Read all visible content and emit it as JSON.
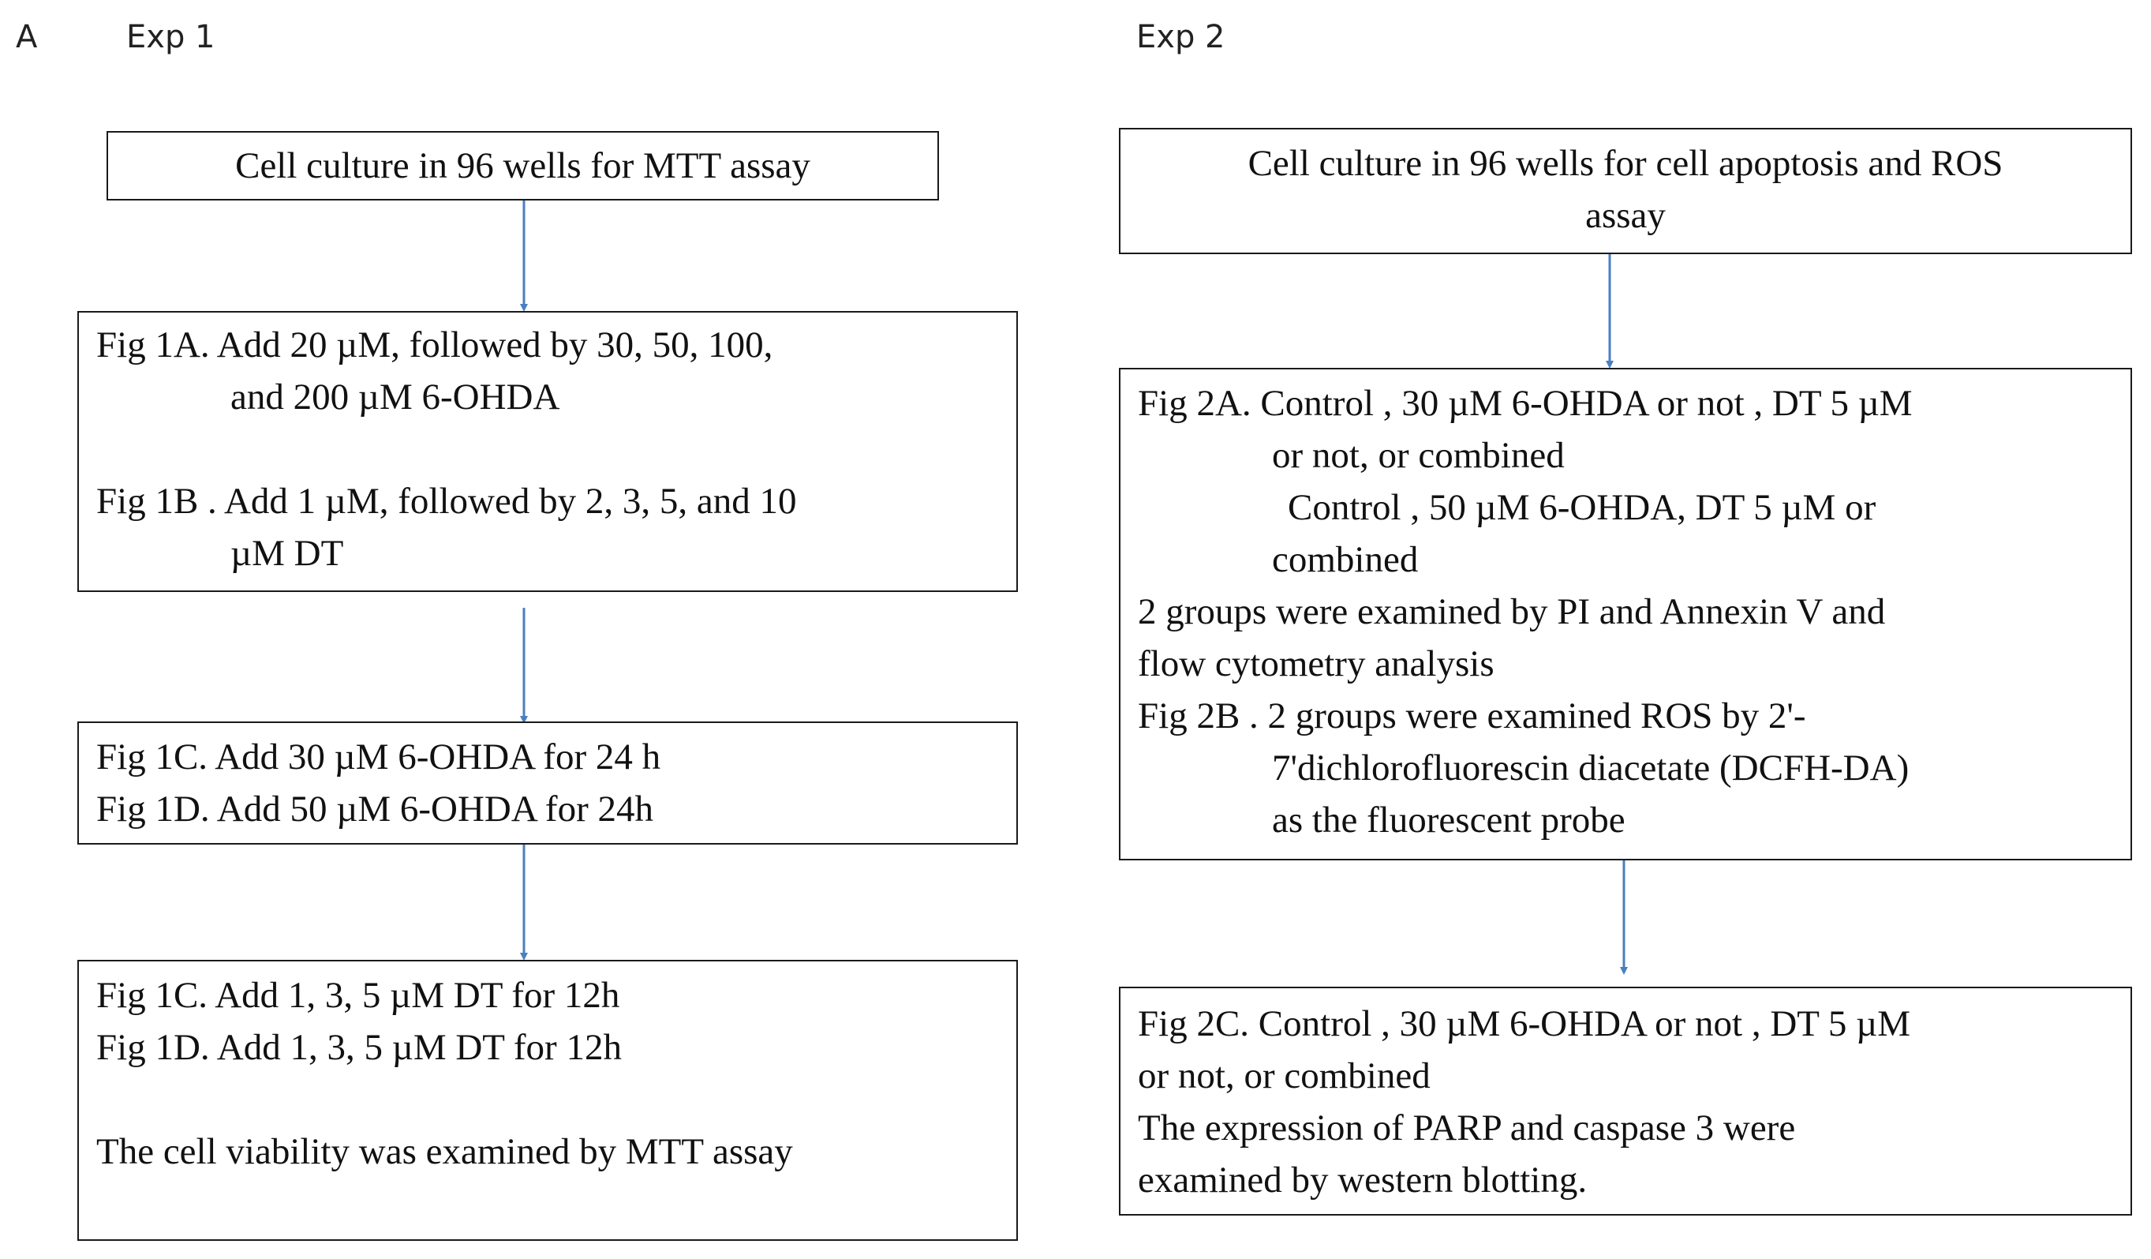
{
  "panel_label": "A",
  "exp1": {
    "title": "Exp 1",
    "box1": "Cell culture in 96 wells for MTT assay",
    "box2": {
      "a1": "Fig 1A. Add 20 µM, followed by 30, 50, 100,",
      "a2": "and 200 µM 6-OHDA",
      "b1": "Fig 1B . Add 1 µM, followed by 2, 3, 5, and 10",
      "b2": "µM  DT"
    },
    "box3": {
      "c": "Fig 1C. Add 30 µM 6-OHDA for 24 h",
      "d": "Fig 1D. Add 50 µM 6-OHDA for 24h"
    },
    "box4": {
      "c": "Fig 1C. Add  1, 3, 5 µM DT for 12h",
      "d": "Fig 1D. Add  1, 3, 5 µM DT for 12h",
      "note": "The cell viability  was examined by MTT assay"
    }
  },
  "exp2": {
    "title": "Exp 2",
    "box1": {
      "l1": "Cell culture in 96 wells for cell apoptosis and ROS",
      "l2": "assay"
    },
    "box2": {
      "l1": "Fig 2A. Control , 30 µM 6-OHDA or not , DT 5 µM",
      "l2": "or not,  or combined",
      "l3": "Control , 50 µM 6-OHDA, DT 5 µM or",
      "l4": "combined",
      "l5": "2 groups were examined by PI and Annexin V and",
      "l6": "flow cytometry analysis",
      "l7": "Fig 2B . 2 groups were examined ROS by 2'-",
      "l8": "7'dichlorofluorescin  diacetate (DCFH-DA)",
      "l9": "as the fluorescent probe"
    },
    "box3": {
      "l1": "Fig 2C. Control , 30 µM 6-OHDA or not , DT 5 µM",
      "l2": "or not,  or combined",
      "l3": "The expression of PARP and caspase 3 were",
      "l4": "examined by western blotting."
    }
  },
  "colors": {
    "arrow": "#4a7fc1",
    "border": "#1a1a1a",
    "text": "#111111"
  }
}
